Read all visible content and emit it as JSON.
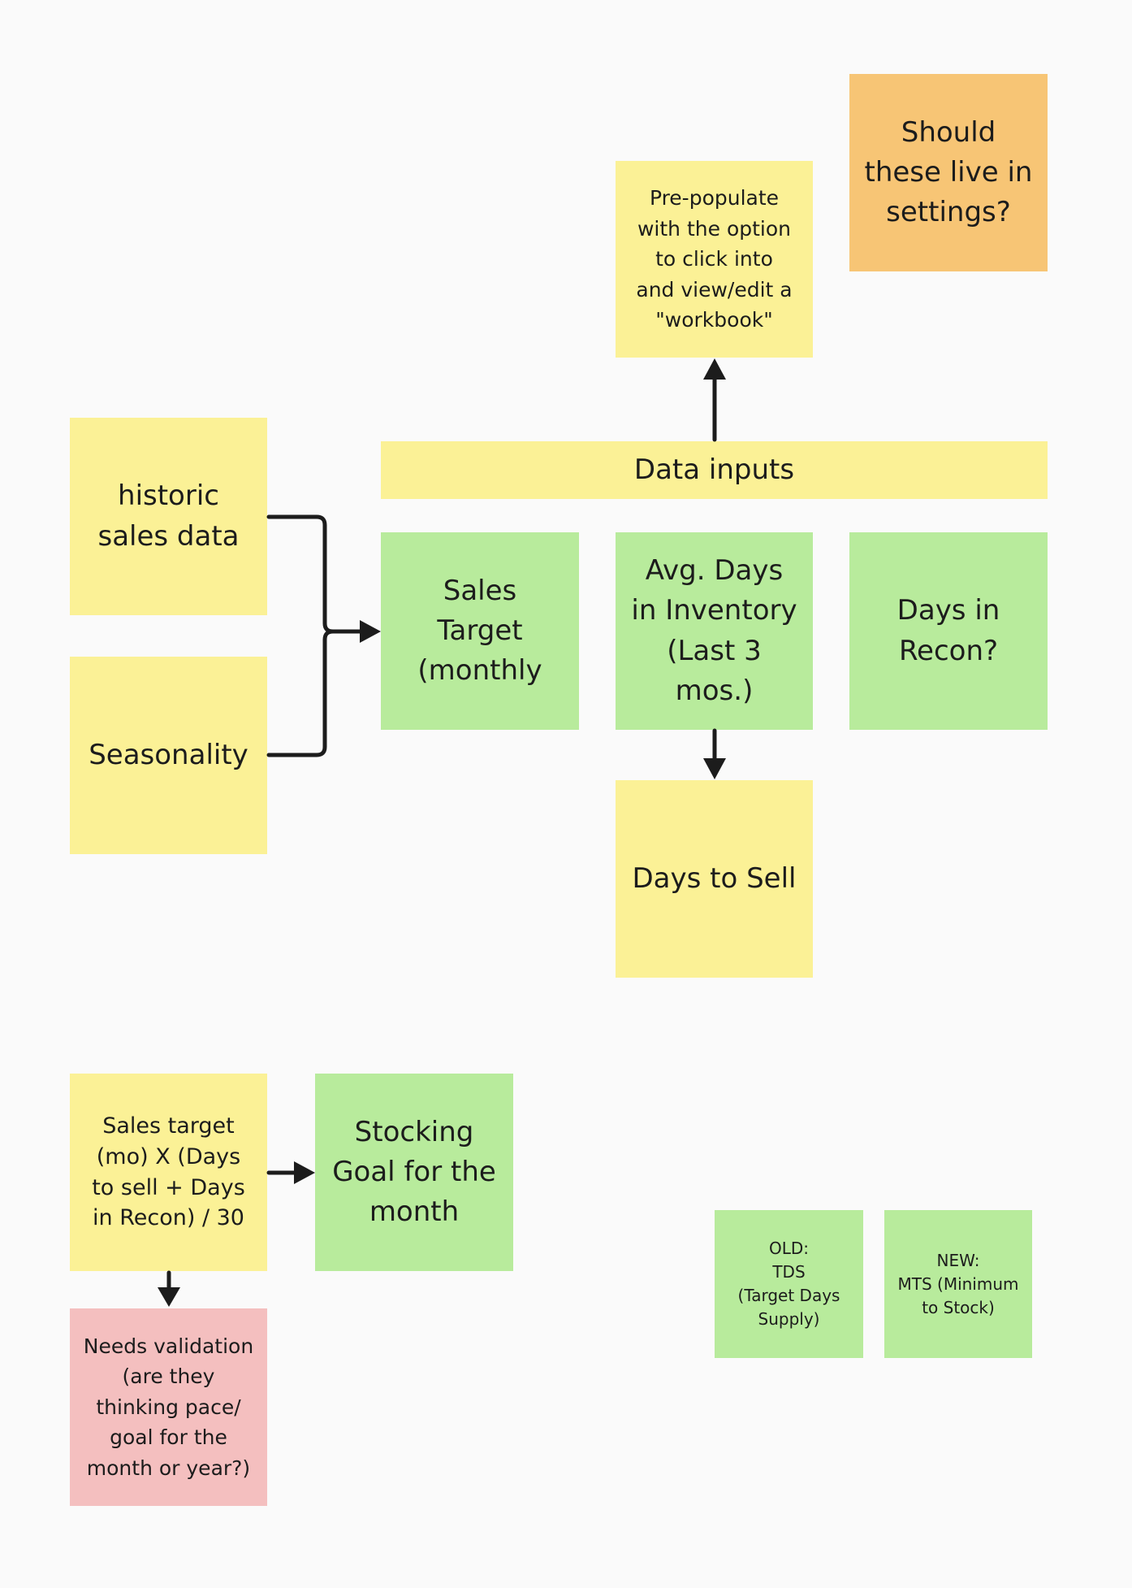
{
  "notes": {
    "settings_question": "Should\nthese live in\nsettings?",
    "prepopulate": "Pre-populate\nwith the option\nto click into\nand view/edit a\n\"workbook\"",
    "data_inputs": "Data inputs",
    "historic_sales": "historic\nsales data",
    "seasonality": "Seasonality",
    "sales_target": "Sales\nTarget\n(monthly",
    "avg_days_inventory": "Avg. Days\nin Inventory\n(Last 3\nmos.)",
    "days_in_recon": "Days in\nRecon?",
    "days_to_sell": "Days to Sell",
    "formula": "Sales target\n(mo) X (Days\nto sell + Days\nin Recon) / 30",
    "stocking_goal": "Stocking\nGoal for the\nmonth",
    "needs_validation": "Needs validation\n(are they\nthinking pace/\ngoal for the\nmonth or year?)",
    "old_tds": "OLD:\nTDS\n(Target Days\nSupply)",
    "new_mts": "NEW:\nMTS (Minimum\nto Stock)"
  },
  "colors": {
    "yellow": "#fbf196",
    "green": "#b8eb9c",
    "orange": "#f7c575",
    "pink": "#f4bfbf",
    "connector": "#1c1c1c"
  }
}
